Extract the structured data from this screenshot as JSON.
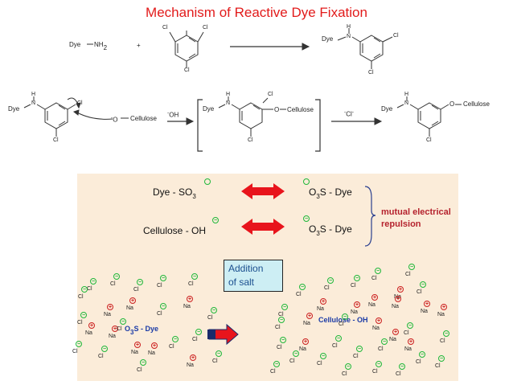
{
  "title": "Mechanism of Reactive Dye Fixation",
  "reaction1": {
    "reactant1": "Dye",
    "nh2": "NH",
    "nh2_sub": "2",
    "plus": "+",
    "product_dye": "Dye",
    "atom_N": "N",
    "atom_H": "H",
    "atom_Cl": "Cl"
  },
  "reaction2": {
    "dye": "Dye",
    "atom_H": "H",
    "atom_N": "N",
    "atom_Cl": "Cl",
    "nucleophile": "O",
    "cellulose": "Cellulose",
    "hydroxide": "OH",
    "minus": "-",
    "intermediate_dye": "Dye",
    "intermediate_o": "O",
    "intermediate_cellulose": "Cellulose",
    "leaving": "Cl",
    "product_dye": "Dye",
    "product_o": "O",
    "product_cellulose": "Cellulose"
  },
  "repulsion": {
    "dye_so3_left": "Dye - SO",
    "so3_sub": "3",
    "right_dye_prefix": "O",
    "right_dye_s": "S - Dye",
    "cellulose_oh": "Cellulose - OH",
    "minus": "−",
    "label_line1": "mutual electrical",
    "label_line2": "repulsion"
  },
  "salt_box": {
    "line1": "Addition",
    "line2": "of salt"
  },
  "ions": {
    "cl": "Cl",
    "na": "Na",
    "plus": "+",
    "minus": "−"
  },
  "dye_molecule": {
    "o": "O",
    "sub": "3",
    "rest": "S - Dye"
  },
  "cellulose_molecule": "Cellulose - OH",
  "colors": {
    "title": "#e21b1b",
    "arrow": "#e8141c",
    "panel": "#fbecd9",
    "anion": "#1fb83a",
    "cation": "#cc2020",
    "salt_box": "#cdeef4"
  }
}
